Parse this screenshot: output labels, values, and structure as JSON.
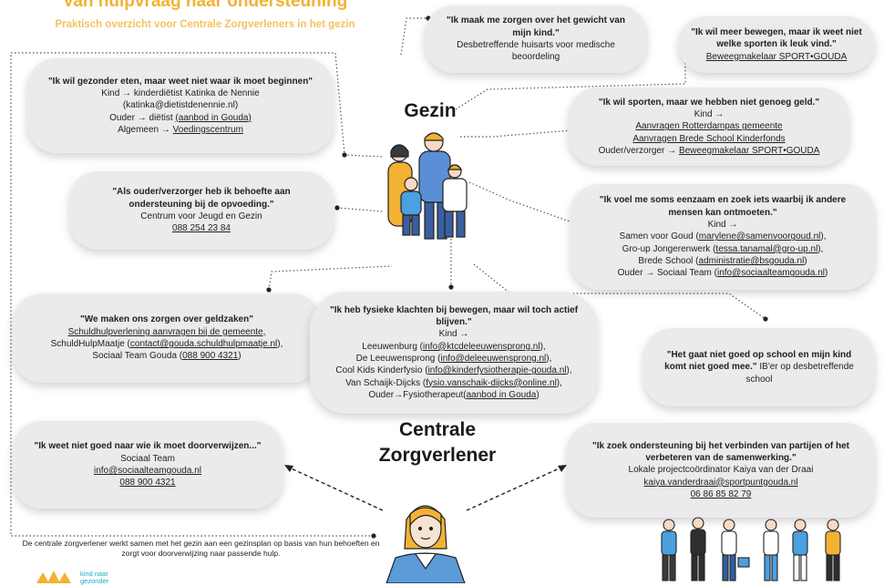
{
  "header": {
    "title": "Van hulpvraag naar ondersteuning",
    "subtitle": "Praktisch overzicht voor Centrale Zorgverleners in het gezin"
  },
  "headings": {
    "gezin": "Gezin",
    "zorgverlener_line1": "Centrale",
    "zorgverlener_line2": "Zorgverlener"
  },
  "bubbles": {
    "gewicht": {
      "q": "\"Ik maak me zorgen over het gewicht van mijn kind.\"",
      "l1": "Desbetreffende huisarts voor medische beoordeling"
    },
    "bewegen": {
      "q": "\"Ik wil meer bewegen, maar ik weet niet welke sporten ik leuk vind.\"",
      "l1": "Beweegmakelaar SPORT•GOUDA"
    },
    "eten": {
      "q": "\"Ik wil gezonder eten, maar weet niet waar ik moet beginnen\"",
      "l1": "Kind → kinderdiëtist Katinka de Nennie",
      "l2": "(katinka@dietistdenennie.nl)",
      "l3a": "Ouder → diëtist ",
      "l3b": "(aanbod in Gouda)",
      "l4a": "Algemeen → ",
      "l4b": "Voedingscentrum"
    },
    "geld": {
      "q": "\"Ik wil sporten, maar we hebben niet genoeg geld.\"",
      "l1": "Kind →",
      "l2": "Aanvragen Rotterdampas gemeente",
      "l3": "Aanvragen Brede School Kinderfonds",
      "l4a": "Ouder/verzorger → ",
      "l4b": "Beweegmakelaar SPORT•GOUDA"
    },
    "opvoeding": {
      "q": "\"Als ouder/verzorger heb ik behoefte aan ondersteuning bij de opvoeding.\"",
      "l1": "Centrum voor Jeugd en Gezin",
      "l2": "088 254 23 84"
    },
    "eenzaam": {
      "q": "\"Ik voel me soms eenzaam en zoek iets waarbij ik andere mensen kan ontmoeten.\"",
      "l1": "Kind →",
      "l2a": "Samen voor Goud (",
      "l2b": "marylene@samenvoorgoud.nl",
      "l2c": "),",
      "l3a": "Gro-up Jongerenwerk (",
      "l3b": "tessa.tanamal@gro-up.nl",
      "l3c": "),",
      "l4a": "Brede School (",
      "l4b": "administratie@bsgouda.nl",
      "l4c": ")",
      "l5a": "Ouder → Sociaal Team (",
      "l5b": "info@sociaalteamgouda.nl",
      "l5c": ")"
    },
    "geldzaken": {
      "q": "\"We maken ons zorgen over geldzaken\"",
      "l1": "Schuldhulpverlening aanvragen bij de gemeente,",
      "l2a": "SchuldHulpMaatje (",
      "l2b": "contact@gouda.schuldhulpmaatje.nl",
      "l2c": "),",
      "l3a": "Sociaal Team Gouda (",
      "l3b": "088 900 4321",
      "l3c": ")"
    },
    "fysiek": {
      "q": "\"Ik heb fysieke klachten bij bewegen, maar wil toch actief blijven.\"",
      "l1": "Kind →",
      "l2a": "Leeuwenburg (",
      "l2b": "info@ktcdeleeuwensprong.nl",
      "l2c": "),",
      "l3a": "De Leeuwensprong (",
      "l3b": "info@deleeuwensprong.nl",
      "l3c": "),",
      "l4a": "Cool Kids Kinderfysio (",
      "l4b": "info@kinderfysiotherapie-gouda.nl",
      "l4c": "),",
      "l5a": "Van Schaijk-Dijcks (",
      "l5b": "fysio.vanschaik-dijcks@online.nl",
      "l5c": "),",
      "l6a": "Ouder→Fysiotherapeut(",
      "l6b": "aanbod in Gouda",
      "l6c": ")"
    },
    "school": {
      "q": "\"Het gaat niet goed op school en mijn kind komt niet goed mee.\"",
      "l1": " IB'er op desbetreffende school"
    },
    "doorverwijzen": {
      "q": "\"Ik weet niet goed naar wie ik moet doorverwijzen...\"",
      "l1": "Sociaal Team",
      "l2": "info@sociaalteamgouda.nl",
      "l3": "088 900 4321"
    },
    "verbinden": {
      "q": "\"Ik zoek ondersteuning bij het verbinden van partijen of het verbeteren van de samenwerking.\"",
      "l1": "Lokale projectcoördinator Kaiya van der Draai",
      "l2": "kaiya.vanderdraai@sportpuntgouda.nl",
      "l3": "06 86 85 82 79"
    }
  },
  "footnote": "De centrale zorgverlener werkt samen met het gezin aan een gezinsplan op basis van hun behoeften en zorgt voor doorverwijzing naar passende hulp.",
  "logo": {
    "text_line1": "kind naar",
    "text_line2": "gezonder",
    "color": "#1aa9c4"
  },
  "colors": {
    "title": "#f2b233",
    "bubble": "#ebebed",
    "connector": "#555555"
  }
}
